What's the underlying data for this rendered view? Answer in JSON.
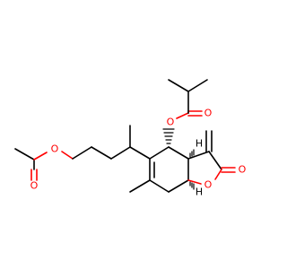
{
  "atoms": {
    "ester_o_acetate": {
      "symbol": "O",
      "color": "#ff0000"
    },
    "carbonyl_o_acetate": {
      "symbol": "O",
      "color": "#ff0000"
    },
    "ester_o_isobutyrate": {
      "symbol": "O",
      "color": "#ff0000"
    },
    "carbonyl_o_isobutyrate": {
      "symbol": "O",
      "color": "#ff0000"
    },
    "ring_o_lactone": {
      "symbol": "O",
      "color": "#ff0000"
    },
    "carbonyl_o_lactone": {
      "symbol": "O",
      "color": "#ff0000"
    },
    "h_3a": {
      "symbol": "H",
      "color": "#000000"
    },
    "h_7a": {
      "symbol": "H",
      "color": "#000000"
    }
  },
  "colors": {
    "bond": "#000000",
    "oxygen": "#ff0000",
    "background": "#ffffff"
  }
}
